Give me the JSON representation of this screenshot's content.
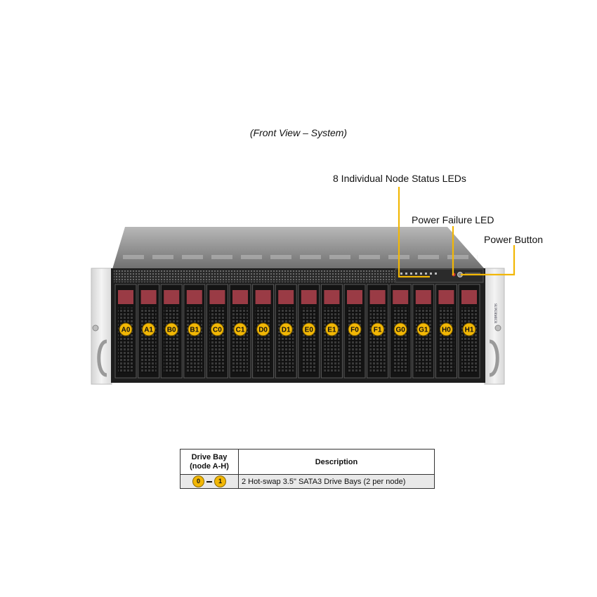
{
  "caption": "(Front View – System)",
  "callouts": {
    "node_status_leds": "8 Individual  Node Status LEDs",
    "power_failure_led": "Power Failure LED",
    "power_button": "Power Button"
  },
  "brand_mark": "SUPERMICR",
  "bays": [
    "A0",
    "A1",
    "B0",
    "B1",
    "C0",
    "C1",
    "D0",
    "D1",
    "E0",
    "E1",
    "F0",
    "F1",
    "G0",
    "G1",
    "H0",
    "H1"
  ],
  "legend": {
    "header_bay": "Drive Bay",
    "header_bay_sub": "(node A-H)",
    "header_desc": "Description",
    "range_start": "0",
    "range_end": "1",
    "description": "2 Hot-swap  3.5\" SATA3 Drive  Bays (2 per node)"
  },
  "colors": {
    "callout_line": "#f2b705",
    "bay_badge": "#f2b705",
    "drive_latch": "#9a3b45",
    "chassis_top": "#8e8e8e",
    "front_panel": "#1e1e1e",
    "rack_ears": "#e6e6e6"
  }
}
